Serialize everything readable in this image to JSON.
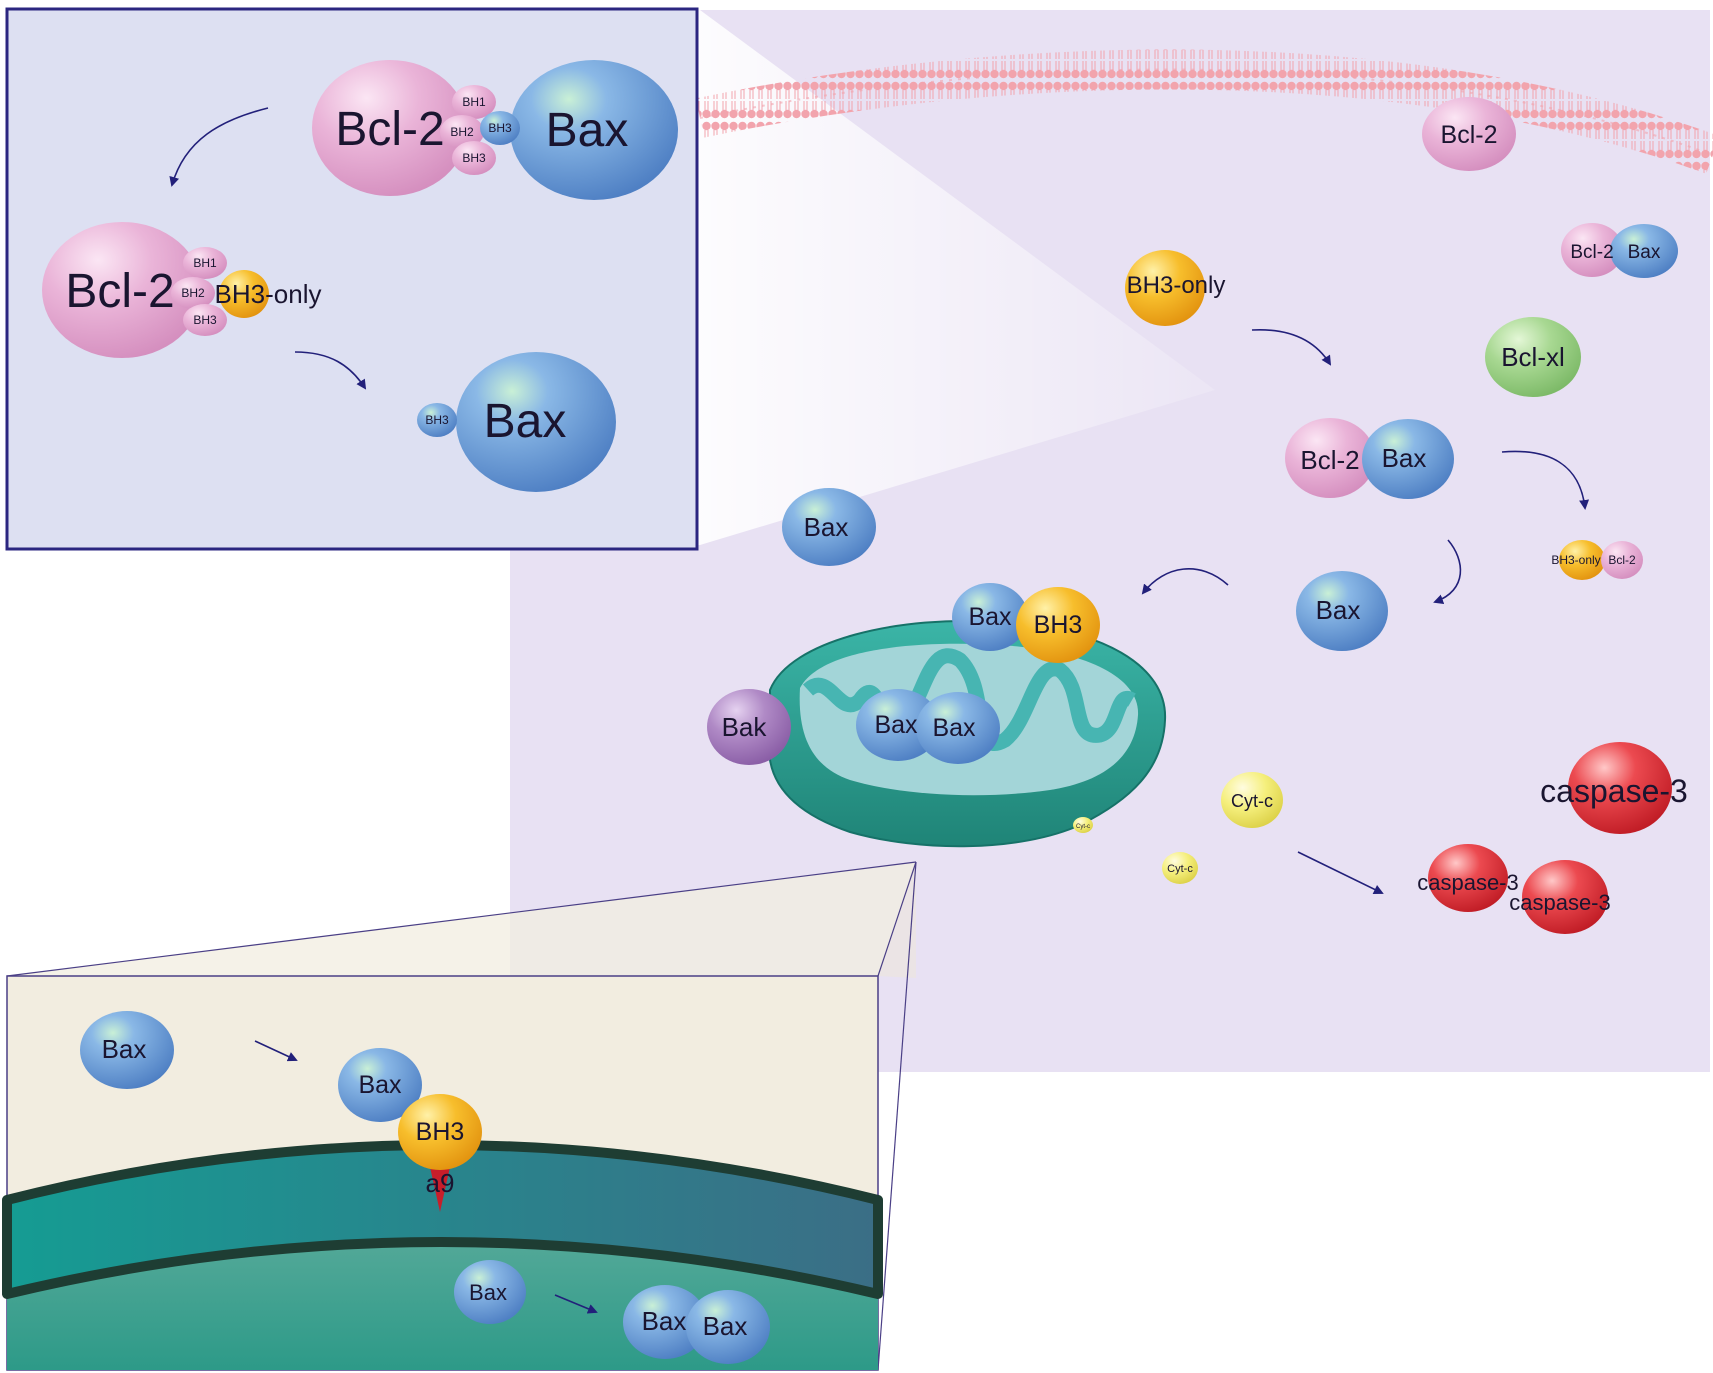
{
  "colors": {
    "cytoplasm": "#e8e1f3",
    "inset_bg": "#dde0f2",
    "inset_border": "#2b2680",
    "zoom_bg": "#f2ede0",
    "bcl2": "#e7a7cf",
    "bax": "#6f9fd6",
    "bh3_only": "#f2b11c",
    "bcl_xl": "#9fd38a",
    "bak": "#a87ec0",
    "cyt_c": "#f1ea6c",
    "caspase": "#e0333b",
    "mito": "#2ea597",
    "arrow": "#22207a",
    "membrane": "#f2aab1"
  },
  "icons": [
    "mitochondrion",
    "lipid-bilayer",
    "arrow"
  ],
  "inset_top": {
    "complex_bcl2": "Bcl-2",
    "complex_bax": "Bax",
    "domain_bh1": "BH1",
    "domain_bh2": "BH2",
    "domain_bh3_bcl2": "BH3",
    "domain_bh3_bax": "BH3",
    "bcl2_bound": "Bcl-2",
    "bcl2_bound_bh1": "BH1",
    "bcl2_bound_bh2": "BH2",
    "bcl2_bound_bh3": "BH3",
    "bh3_only": "BH3-only",
    "free_bax": "Bax",
    "free_bax_bh3": "BH3"
  },
  "cytoplasm": {
    "membrane_bcl2": "Bcl-2",
    "pair_bcl2": "Bcl-2",
    "pair_bax": "Bax",
    "bh3_only": "BH3-only",
    "bcl_xl": "Bcl-xl",
    "complex_bcl2": "Bcl-2",
    "complex_bax": "Bax",
    "small_bh3_only": "BH3-only",
    "small_bcl2": "Bcl-2",
    "bax_left": "Bax",
    "bax_right": "Bax",
    "mito_bax": "Bax",
    "mito_bh3": "BH3",
    "bak": "Bak",
    "inner_bax_1": "Bax",
    "inner_bax_2": "Bax",
    "mito_cytc": "Cyt-c",
    "cytc_large": "Cyt-c",
    "cytc_small": "Cyt-c",
    "caspase_large": "caspase-3",
    "caspase_1": "caspase-3",
    "caspase_2": "caspase-3"
  },
  "inset_bottom": {
    "bax_free": "Bax",
    "bax_bound": "Bax",
    "bh3": "BH3",
    "a9": "a9",
    "bax_lumen": "Bax",
    "dimer_bax_1": "Bax",
    "dimer_bax_2": "Bax"
  }
}
